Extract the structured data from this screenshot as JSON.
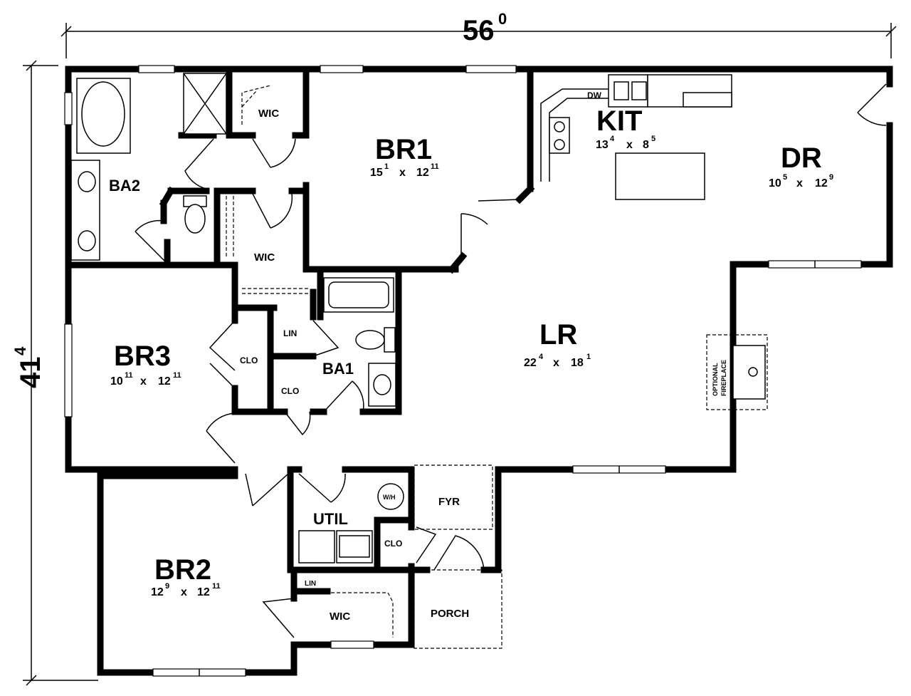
{
  "overall": {
    "width_main": "56",
    "width_sup": "0",
    "depth_main": "41",
    "depth_sup": "4"
  },
  "rooms": {
    "br1": {
      "name": "BR1",
      "w": "15",
      "w_sup": "1",
      "d": "12",
      "d_sup": "11"
    },
    "br2": {
      "name": "BR2",
      "w": "12",
      "w_sup": "9",
      "d": "12",
      "d_sup": "11"
    },
    "br3": {
      "name": "BR3",
      "w": "10",
      "w_sup": "11",
      "d": "12",
      "d_sup": "11"
    },
    "kit": {
      "name": "KIT",
      "w": "13",
      "w_sup": "4",
      "d": "8",
      "d_sup": "5"
    },
    "dr": {
      "name": "DR",
      "w": "10",
      "w_sup": "5",
      "d": "12",
      "d_sup": "9"
    },
    "lr": {
      "name": "LR",
      "w": "22",
      "w_sup": "4",
      "d": "18",
      "d_sup": "1"
    },
    "ba1": {
      "name": "BA1"
    },
    "ba2": {
      "name": "BA2"
    },
    "util": {
      "name": "UTIL"
    },
    "fyr": {
      "name": "FYR"
    },
    "porch": {
      "name": "PORCH"
    }
  },
  "labels": {
    "wic1": "WIC",
    "wic2": "WIC",
    "wic3": "WIC",
    "clo1": "CLO",
    "clo2": "CLO",
    "clo3": "CLO",
    "lin1": "LIN",
    "lin2": "LIN",
    "dw": "DW",
    "wh": "W/H",
    "fireplace1": "OPTIONAL",
    "fireplace2": "FIREPLACE",
    "times": "x"
  }
}
